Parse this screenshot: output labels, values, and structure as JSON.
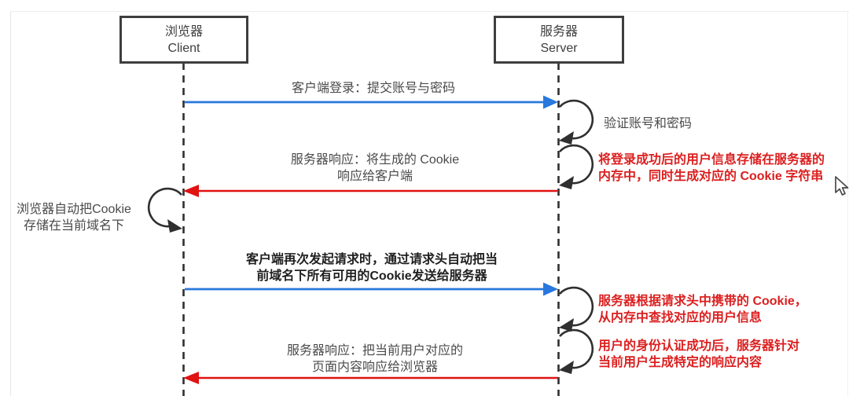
{
  "actors": {
    "client": {
      "zh": "浏览器",
      "en": "Client"
    },
    "server": {
      "zh": "服务器",
      "en": "Server"
    }
  },
  "messages": {
    "login": "客户端登录：提交账号与密码",
    "verify": "验证账号和密码",
    "resp1_line1": "服务器响应：将生成的 Cookie",
    "resp1_line2": "响应给客户端",
    "store_note_line1": "将登录成功后的用户信息存储在服务器的",
    "store_note_line2": "内存中，同时生成对应的 Cookie 字符串",
    "browser_store_line1": "浏览器自动把Cookie",
    "browser_store_line2": "存储在当前域名下",
    "resend_line1": "客户端再次发起请求时，通过请求头自动把当",
    "resend_line2": "前域名下所有可用的Cookie发送给服务器",
    "lookup_line1": "服务器根据请求头中携带的 Cookie，",
    "lookup_line2": "从内存中查找对应的用户信息",
    "auth_line1": "用户的身份认证成功后，服务器针对",
    "auth_line2": "当前用户生成特定的响应内容",
    "resp2_line1": "服务器响应：把当前用户对应的",
    "resp2_line2": "页面内容响应给浏览器"
  },
  "colors": {
    "request-arrow": "#2878dd",
    "response-arrow": "#e01212",
    "note-text": "#db1f1f",
    "line": "#2f2f2f",
    "label-text": "#4a4a4a"
  }
}
